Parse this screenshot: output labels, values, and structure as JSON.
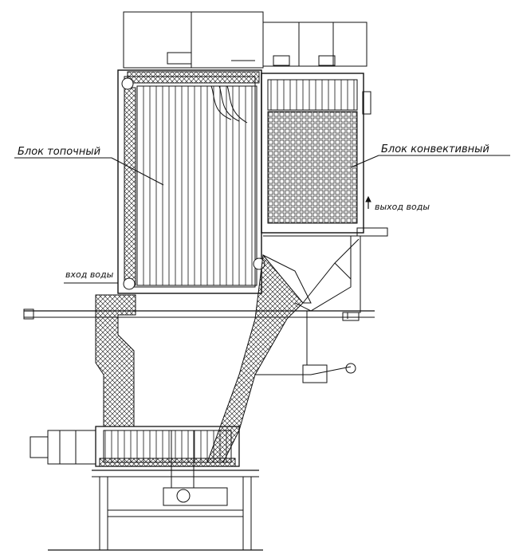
{
  "drawing": {
    "labels": {
      "furnace_block": "Блок топочный",
      "convective_block": "Блок конвективный",
      "water_outlet": "выход воды",
      "water_inlet": "вход воды"
    },
    "colors": {
      "line": "#111111",
      "background": "#ffffff"
    }
  }
}
